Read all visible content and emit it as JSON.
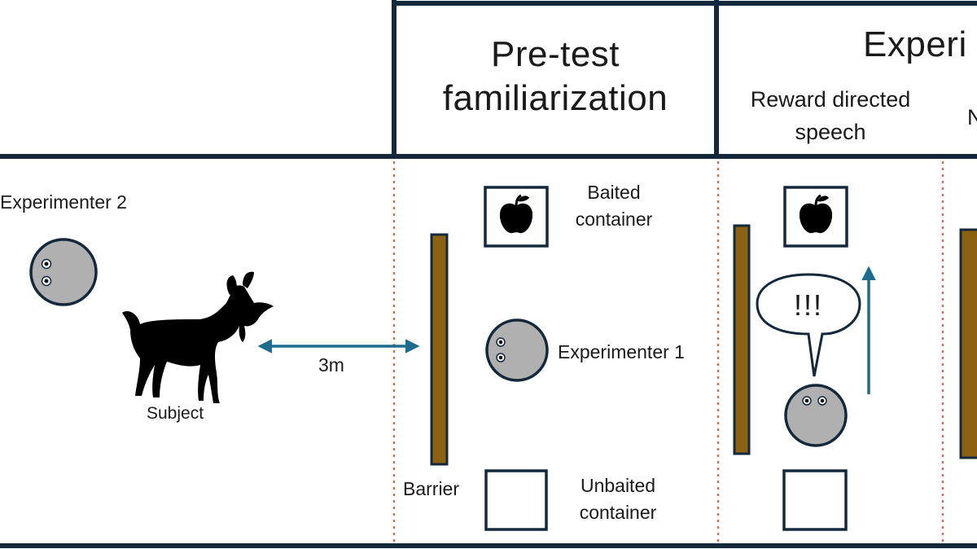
{
  "colors": {
    "frame": "#13283a",
    "barrier": "#8a6212",
    "barrier_stroke": "#13283a",
    "arrow": "#1f6b8e",
    "divider_dotted": "#c9754a",
    "person_fill": "#b0b0b0",
    "silhouette": "#000000"
  },
  "header": {
    "pretest_title_line1": "Pre-test",
    "pretest_title_line2": "familiarization",
    "experimental_title": "Experi",
    "reward_line1": "Reward directed",
    "reward_line2": "speech",
    "next_phase_fragment": "N"
  },
  "left_panel": {
    "experimenter2_label": "Experimenter 2",
    "subject_label": "Subject",
    "distance_label": "3m"
  },
  "pretest_panel": {
    "baited_line1": "Baited",
    "baited_line2": "container",
    "experimenter1_label": "Experimenter 1",
    "barrier_label": "Barrier",
    "unbaited_line1": "Unbaited",
    "unbaited_line2": "container"
  },
  "reward_panel": {
    "speech_text": "!!!"
  },
  "icons": {
    "apple": "apple-icon",
    "goat": "goat-silhouette-icon",
    "person": "person-icon",
    "speech_bubble": "speech-bubble-icon"
  }
}
